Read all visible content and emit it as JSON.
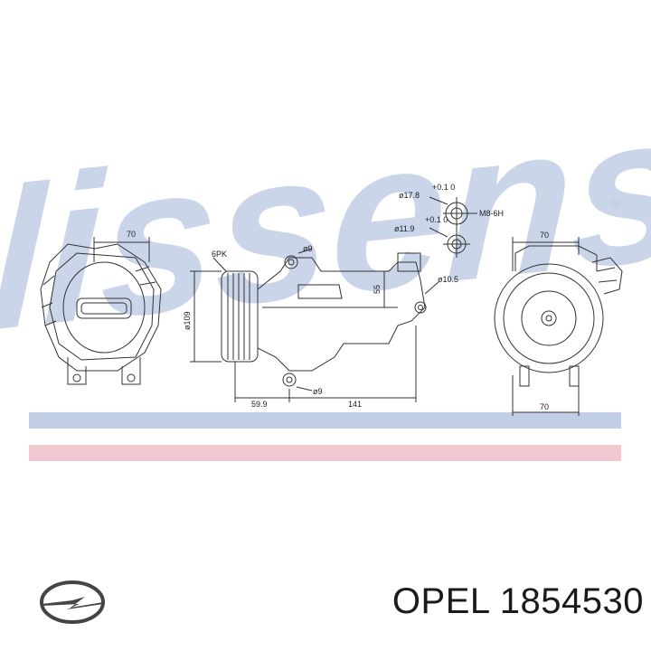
{
  "diagram": {
    "watermark": {
      "text": "Nissens",
      "registered_mark": "®",
      "color": "#b9c8e2"
    },
    "band_colors": {
      "blue": "#c2cde6",
      "pink": "#f0c9d0"
    },
    "dimensions": {
      "left_view_width": "70",
      "belt": "6PK",
      "pulley_diameter": "ø109",
      "mount_top": "ø9",
      "mount_bottom": "ø9",
      "pulley_offset": "59.9",
      "body_length": "141",
      "height_55": "55",
      "port_hole": "ø10.5",
      "port_large": "ø17.8",
      "port_large_tol": "+0.1 0",
      "port_small": "ø11.9",
      "port_small_tol": "+0.1 0",
      "thread": "M8-6H",
      "right_view_width_top": "70",
      "right_view_width_bottom": "70"
    }
  },
  "footer": {
    "brand": "OPEL",
    "part_number": "1854530",
    "logo_icon": "opel-blitz-logo-icon"
  }
}
